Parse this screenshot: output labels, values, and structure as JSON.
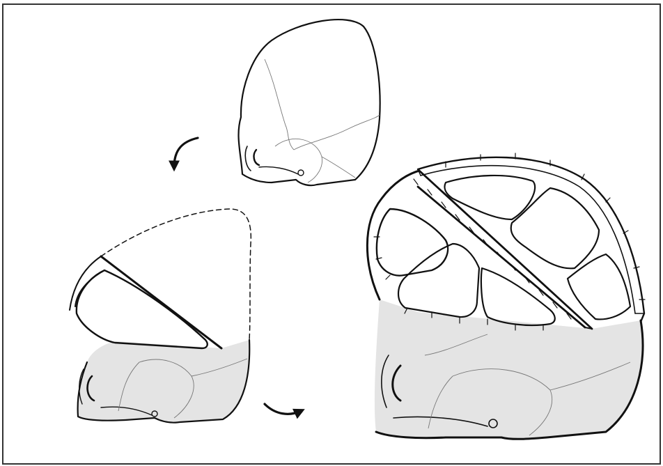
{
  "figure": {
    "panels": [
      {
        "id": "preop-skull",
        "label": ""
      },
      {
        "id": "osteotomy-plan",
        "label": ""
      },
      {
        "id": "reconstructed-skull",
        "label": ""
      }
    ],
    "arrows": [
      {
        "id": "arrow-1",
        "direction": "curved-down"
      },
      {
        "id": "arrow-2",
        "direction": "curved-right"
      }
    ],
    "colors": {
      "ink": "#111111",
      "bone_shade": "#e4e4e4",
      "suture": "#777777",
      "frame": "#333333"
    }
  }
}
